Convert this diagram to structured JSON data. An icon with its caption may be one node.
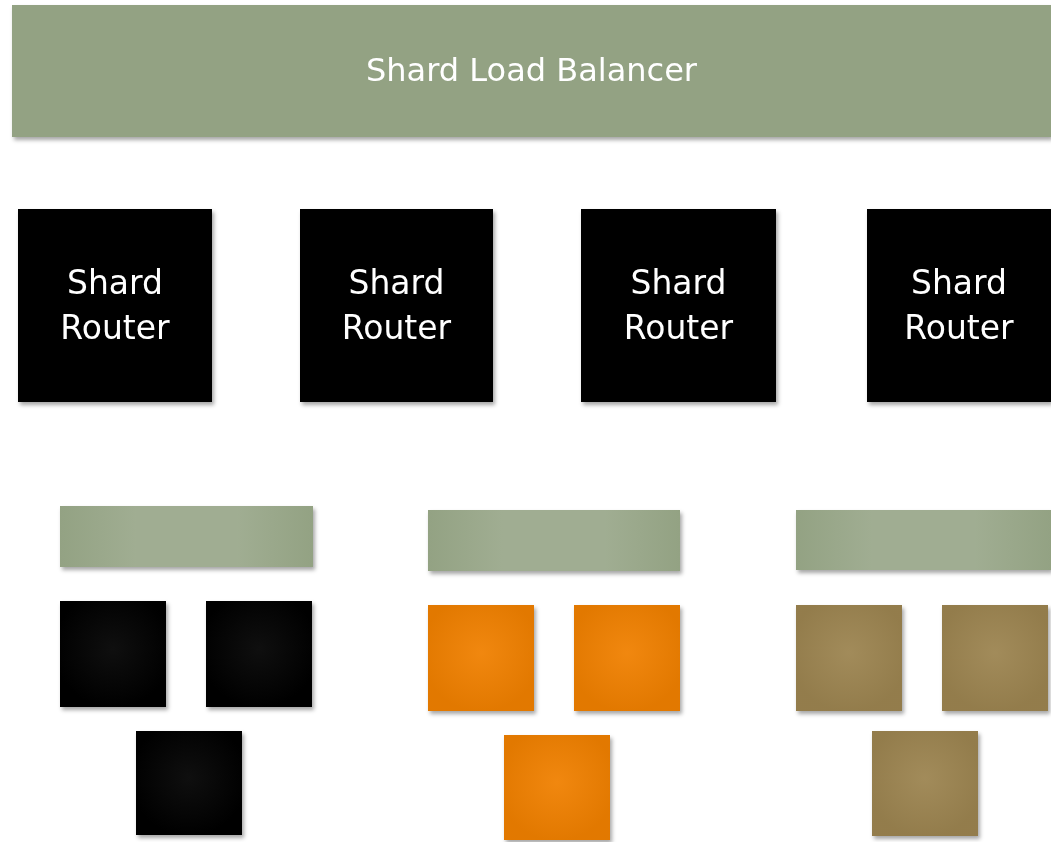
{
  "diagram": {
    "nodes": [
      {
        "text": [
          "Shard Load Balancer"
        ]
      },
      {
        "text": [
          "Shard Router"
        ]
      },
      {
        "text": [
          "Shard Router"
        ]
      },
      {
        "text": [
          "Shard Router"
        ]
      },
      {
        "text": [
          "Shard Router"
        ]
      },
      {
        "text": [],
        "shape": "bar"
      },
      {
        "text": [],
        "shape": "bar"
      },
      {
        "text": [],
        "shape": "bar"
      },
      {
        "text": [],
        "shape": "box"
      },
      {
        "text": [],
        "shape": "box"
      },
      {
        "text": [],
        "shape": "box"
      },
      {
        "text": [],
        "shape": "box"
      },
      {
        "text": [],
        "shape": "box"
      },
      {
        "text": [],
        "shape": "box"
      },
      {
        "text": [],
        "shape": "box"
      },
      {
        "text": [],
        "shape": "box"
      },
      {
        "text": [],
        "shape": "box"
      }
    ]
  }
}
